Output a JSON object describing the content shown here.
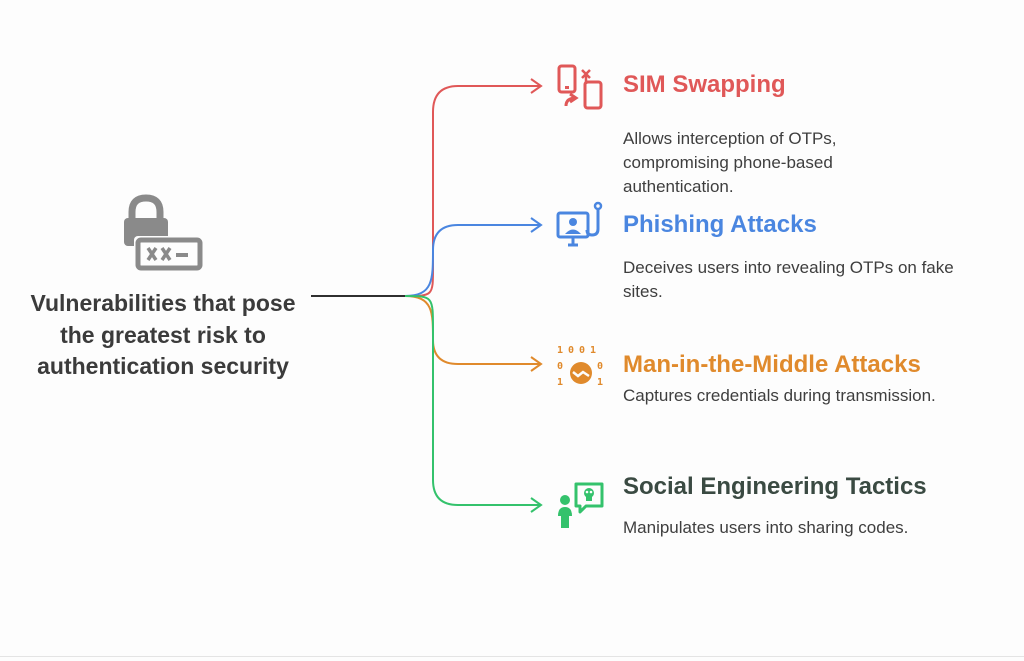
{
  "center": {
    "title": "Vulnerabilities that pose the greatest risk to authentication security",
    "icon": "lock-password-icon"
  },
  "branches": [
    {
      "title": "SIM Swapping",
      "description": "Allows interception of OTPs, compromising phone-based authentication.",
      "color": "#e05858",
      "icon": "sim-swap-phone-icon"
    },
    {
      "title": "Phishing Attacks",
      "description": "Deceives users into revealing OTPs on fake sites.",
      "color": "#4a86e0",
      "icon": "phishing-monitor-icon"
    },
    {
      "title": "Man-in-the-Middle Attacks",
      "description": "Captures credentials during transmission.",
      "color": "#e08a2c",
      "icon": "binary-hacker-icon"
    },
    {
      "title": "Social Engineering Tactics",
      "description": "Manipulates users into sharing codes.",
      "color": "#34c26c",
      "icon": "person-skull-speech-icon"
    }
  ],
  "colors": {
    "trunk": "#2f2f2f",
    "title_social": "#3a4a42",
    "center_icon": "#8a8a8a"
  }
}
